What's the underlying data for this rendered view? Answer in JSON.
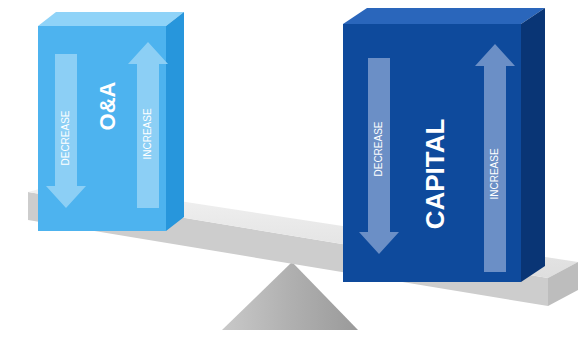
{
  "diagram": {
    "nodes": [
      {
        "text": [
          "O&A",
          "DECREASE",
          "INCREASE"
        ]
      },
      {
        "text": [
          "CAPITAL",
          "DECREASE",
          "INCREASE"
        ]
      }
    ]
  }
}
